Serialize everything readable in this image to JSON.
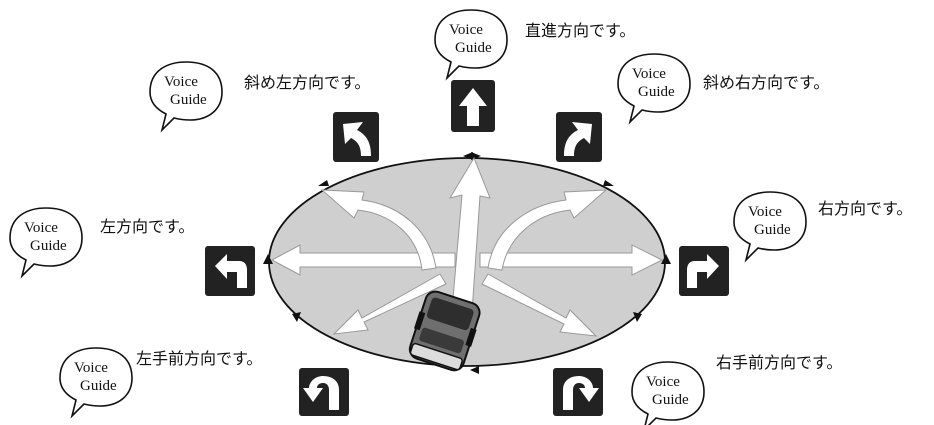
{
  "voice_guide": {
    "line1": "Voice",
    "line2": "Guide"
  },
  "directions": [
    {
      "id": "straight",
      "icon": "straight-arrow-icon",
      "message": "直進方向です。"
    },
    {
      "id": "diagonal-left",
      "icon": "diagonal-left-arrow-icon",
      "message": "斜め左方向です。"
    },
    {
      "id": "diagonal-right",
      "icon": "diagonal-right-arrow-icon",
      "message": "斜め右方向です。"
    },
    {
      "id": "left",
      "icon": "left-turn-arrow-icon",
      "message": "左方向です。"
    },
    {
      "id": "right",
      "icon": "right-turn-arrow-icon",
      "message": "右方向です。"
    },
    {
      "id": "back-left",
      "icon": "back-left-uturn-arrow-icon",
      "message": "左手前方向です。"
    },
    {
      "id": "back-right",
      "icon": "back-right-uturn-arrow-icon",
      "message": "右手前方向です。"
    }
  ],
  "center_image": "car-icon"
}
